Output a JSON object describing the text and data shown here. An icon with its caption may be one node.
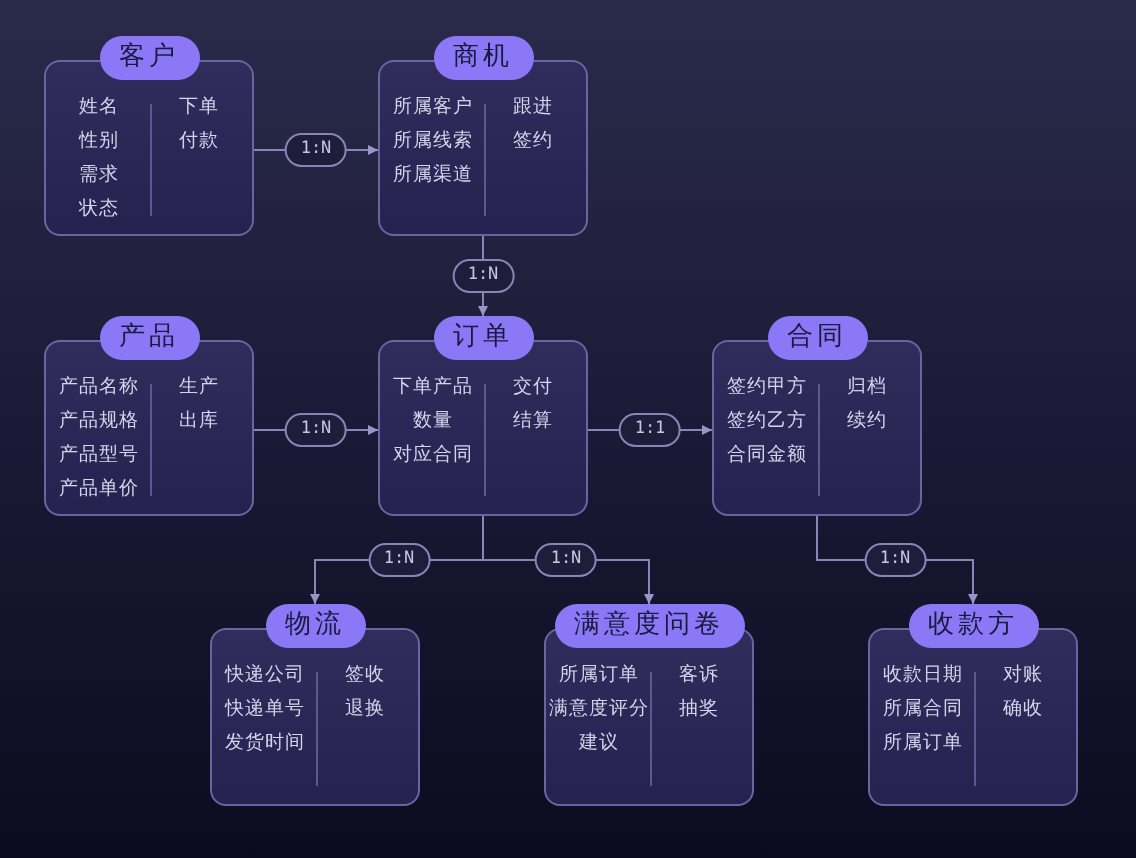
{
  "diagram": {
    "nodes": [
      {
        "text": [
          "客户",
          "姓名",
          "性别",
          "需求",
          "状态",
          "下单",
          "付款"
        ]
      },
      {
        "text": [
          "商机",
          "所属客户",
          "所属线索",
          "所属渠道",
          "跟进",
          "签约"
        ]
      },
      {
        "text": [
          "产品",
          "产品名称",
          "产品规格",
          "产品型号",
          "产品单价",
          "生产",
          "出库"
        ]
      },
      {
        "text": [
          "订单",
          "下单产品",
          "数量",
          "对应合同",
          "交付",
          "结算"
        ]
      },
      {
        "text": [
          "合同",
          "签约甲方",
          "签约乙方",
          "合同金额",
          "归档",
          "续约"
        ]
      },
      {
        "text": [
          "物流",
          "快递公司",
          "快递单号",
          "发货时间",
          "签收",
          "退换"
        ]
      },
      {
        "text": [
          "满意度问卷",
          "所属订单",
          "满意度评分",
          "建议",
          "客诉",
          "抽奖"
        ]
      },
      {
        "text": [
          "收款方",
          "收款日期",
          "所属合同",
          "所属订单",
          "对账",
          "确收"
        ]
      }
    ],
    "edges": [
      {
        "from": 0,
        "to": 1,
        "arrow": "to",
        "label": "1:N"
      },
      {
        "from": 1,
        "to": 3,
        "arrow": "to",
        "label": "1:N"
      },
      {
        "from": 2,
        "to": 3,
        "arrow": "to",
        "label": "1:N"
      },
      {
        "from": 3,
        "to": 4,
        "arrow": "to",
        "label": "1:1"
      },
      {
        "from": 3,
        "to": 5,
        "arrow": "to",
        "label": "1:N"
      },
      {
        "from": 3,
        "to": 6,
        "arrow": "to",
        "label": "1:N"
      },
      {
        "from": 4,
        "to": 7,
        "arrow": "to",
        "label": "1:N"
      }
    ]
  }
}
